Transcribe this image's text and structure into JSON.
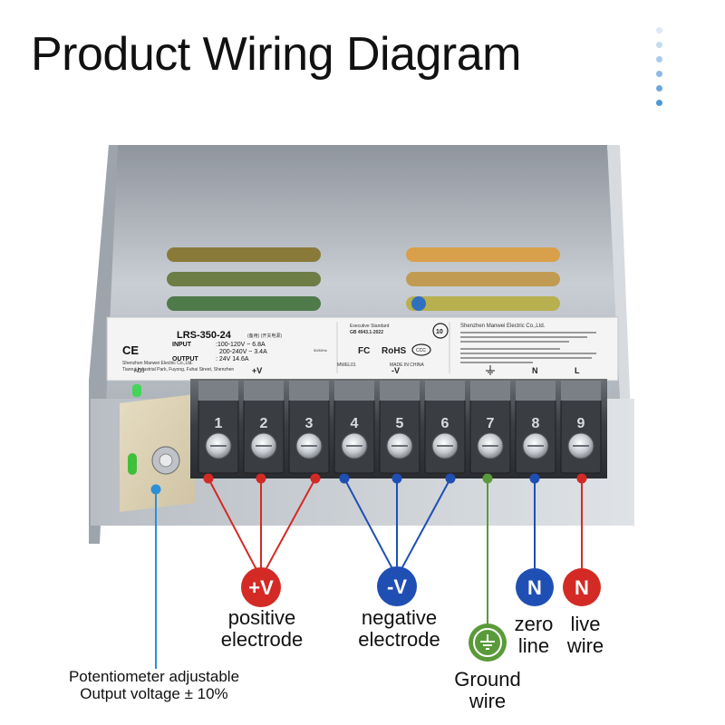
{
  "title": "Product Wiring Diagram",
  "label": {
    "model": "LRS-350-24",
    "model_note": "(备用) (开关电源)",
    "input_label": "INPUT",
    "input_line1": ":100-120V ~ 6.8A",
    "input_line2": "200-240V ~ 3.4A",
    "output_label": "OUTPUT",
    "output_value": ": 24V   14.6A",
    "company_left_1": "Shenzhen Manwei Electric Co.,Ltd.",
    "company_left_2": "Tianrui Industrial Park, Fuyong, Fuhai Street, Shenzhen",
    "exec_standard": "Executive Standard",
    "gb_standard": "GB 4943.1-2022",
    "mwel": "MWEL01",
    "made_in": "MADE IN CHINA",
    "company_right": "Shenzhen Manwei Electric Co.,Ltd.",
    "adj": "ADJ",
    "plus_v": "+V",
    "minus_v": "-V",
    "n": "N",
    "l": "L",
    "ce": "CE",
    "fc": "FC",
    "rohs": "RoHS",
    "ccc": "CCC",
    "ten": "10",
    "freq": "50/60Hz"
  },
  "terminals": [
    "1",
    "2",
    "3",
    "4",
    "5",
    "6",
    "7",
    "8",
    "9"
  ],
  "badges": {
    "plus_v": "+V",
    "minus_v": "-V",
    "zero": "N",
    "live": "N"
  },
  "captions": {
    "positive_1": "positive",
    "positive_2": "electrode",
    "negative_1": "negative",
    "negative_2": "electrode",
    "zero_1": "zero",
    "zero_2": "line",
    "live_1": "live",
    "live_2": "wire",
    "ground_1": "Ground",
    "ground_2": "wire",
    "pot_1": "Potentiometer adjustable",
    "pot_2": "Output voltage ± 10%"
  },
  "colors": {
    "red": "#d42a25",
    "blue": "#1f4fb3",
    "green": "#5a9a3a",
    "cyan": "#2d8fd5",
    "dot_palette": [
      "#dbe9f6",
      "#c4dcf1",
      "#a9cbea",
      "#8dbbe3",
      "#6aa8dd",
      "#4e98d7"
    ]
  }
}
